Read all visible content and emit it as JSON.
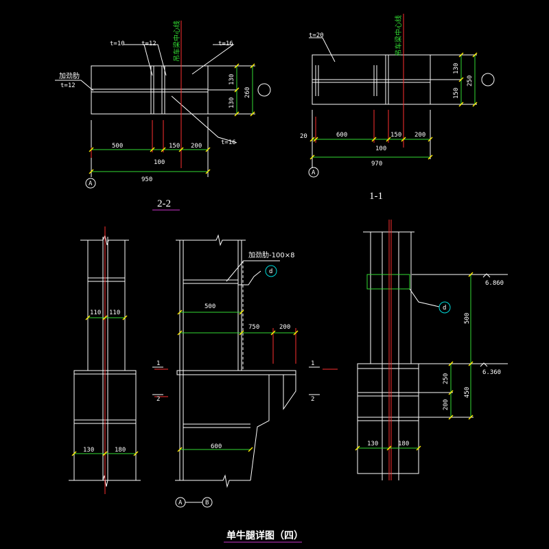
{
  "colors": {
    "background": "#000000",
    "outline": "#ffffff",
    "dimension": "#33dd33",
    "centerline": "#ff3030",
    "tick": "#ffee00",
    "bubble": "#00dddd",
    "title_underline": "#cc33cc"
  },
  "plan_2_2": {
    "t1": "t=10",
    "t2": "t=12",
    "t3": "t=16",
    "t4": "t=16",
    "stiffener_label": "加劲肋",
    "stiffener_t": "t=12",
    "rail_center": "吊车梁中心线",
    "dim_v_top": "130",
    "dim_v_bottom": "130",
    "dim_v_total": "260",
    "dim_h1": "500",
    "dim_h2": "150",
    "dim_h3": "200",
    "dim_h_small": "100",
    "dim_h_total": "950",
    "axis": "A",
    "section_title": "2-2"
  },
  "plan_1_1": {
    "t1": "t=20",
    "rail_center": "吊车梁中心线",
    "dim_v_top": "130",
    "dim_v_bottom": "150",
    "dim_v_total": "250",
    "dim_left": "20",
    "dim_h1": "600",
    "dim_h2": "150",
    "dim_h3": "200",
    "dim_h_small": "100",
    "dim_h_total": "970",
    "axis": "A",
    "section_title": "1-1"
  },
  "elev_left": {
    "dim_a": "110",
    "dim_b": "110",
    "dim_c": "130",
    "dim_d": "180"
  },
  "elev_mid": {
    "stiffener_note": "加劲肋-100×8",
    "bubble": "d",
    "dim_500": "500",
    "dim_750": "750",
    "dim_200": "200",
    "dim_600": "600",
    "cut1": "1",
    "cut2": "2",
    "cut1b": "1",
    "cut2b": "2",
    "axis_a": "A",
    "axis_b": "B"
  },
  "elev_right": {
    "elev_top": "6.860",
    "elev_bot": "6.360",
    "bubble": "d",
    "dim_500": "500",
    "dim_250": "250",
    "dim_200": "200",
    "dim_450": "450",
    "dim_c": "130",
    "dim_d": "180"
  },
  "drawing_title": "单牛腿详图（四）"
}
